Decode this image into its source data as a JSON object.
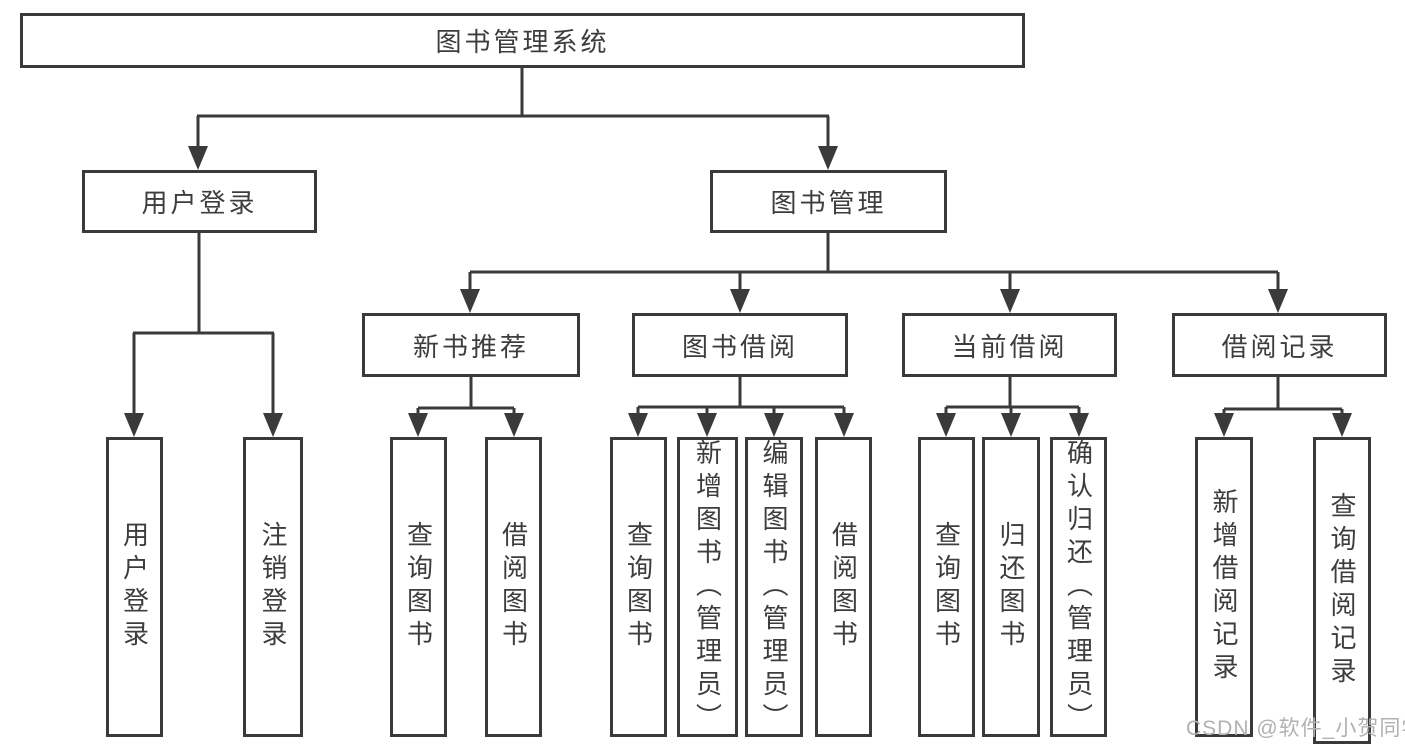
{
  "diagram": {
    "root": {
      "label": "图书管理系统"
    },
    "level2": [
      {
        "label": "用户登录"
      },
      {
        "label": "图书管理"
      }
    ],
    "level3": [
      {
        "label": "新书推荐"
      },
      {
        "label": "图书借阅"
      },
      {
        "label": "当前借阅"
      },
      {
        "label": "借阅记录"
      }
    ],
    "leaves": {
      "user_login": [
        "用户登录",
        "注销登录"
      ],
      "new_books": [
        "查询图书",
        "借阅图书"
      ],
      "borrow": [
        "查询图书",
        "新增图书（管理员）",
        "编辑图书（管理员）",
        "借阅图书"
      ],
      "current": [
        "查询图书",
        "归还图书",
        "确认归还（管理员）"
      ],
      "records": [
        "新增借阅记录",
        "查询借阅记录"
      ]
    }
  },
  "watermark": "CSDN @软件_小贺同学",
  "colors": {
    "line": "#3a3a3a",
    "text": "#3d3d3d",
    "watermark": "#b1b1b1",
    "background": "#ffffff"
  }
}
